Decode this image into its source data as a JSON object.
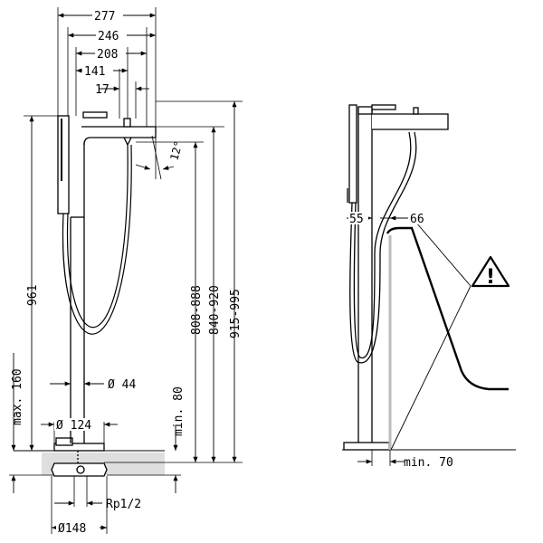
{
  "front_view": {
    "dims_top": [
      "277",
      "246",
      "208",
      "141",
      "17"
    ],
    "angle": "12°",
    "spout_diameter": "Ø 44",
    "height_total": "961",
    "height_ranges": [
      "808-888",
      "840-920",
      "915-995"
    ],
    "max_label": "max. 160",
    "min_label": "min. 80",
    "base_diameter": "Ø 124",
    "thread": "Rp1/2",
    "bottom_diameter": "Ø148"
  },
  "side_view": {
    "dim_left": "55",
    "dim_right": "66",
    "min_label": "min. 70",
    "warning_icon": "exclamation-triangle-icon",
    "warning_glyph": "!"
  },
  "colors": {
    "line": "#000000",
    "floor_fill": "#d8d8d8",
    "rim_gray": "#bbbbbb"
  }
}
